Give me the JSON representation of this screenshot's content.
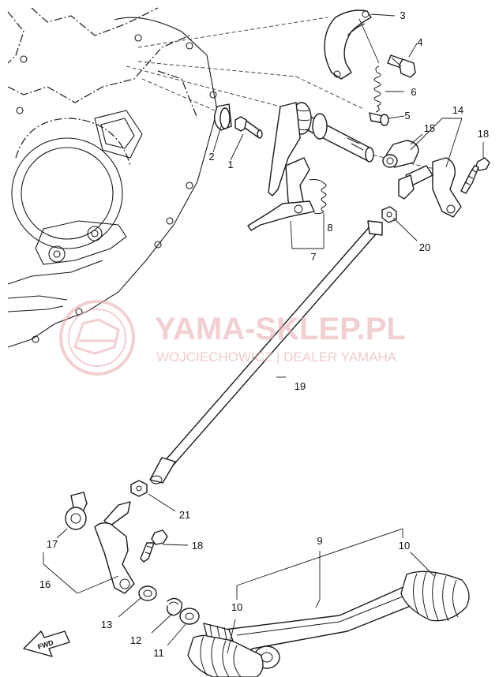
{
  "watermark": {
    "brand": "YAMA-SKLEP.PL",
    "dealer": "WOJCIECHOWICZ | DEALER YAMAHA",
    "logo_color": "#e8a9ad"
  },
  "fwd_label": "FWD",
  "callouts": {
    "c1": "1",
    "c2": "2",
    "c3": "3",
    "c4": "4",
    "c5": "5",
    "c6": "6",
    "c7": "7",
    "c8": "8",
    "c9": "9",
    "c10a": "10",
    "c10b": "10",
    "c11": "11",
    "c12": "12",
    "c13": "13",
    "c14": "14",
    "c15": "15",
    "c16": "16",
    "c17": "17",
    "c18a": "18",
    "c18b": "18",
    "c19": "19",
    "c20": "20",
    "c21": "21"
  }
}
